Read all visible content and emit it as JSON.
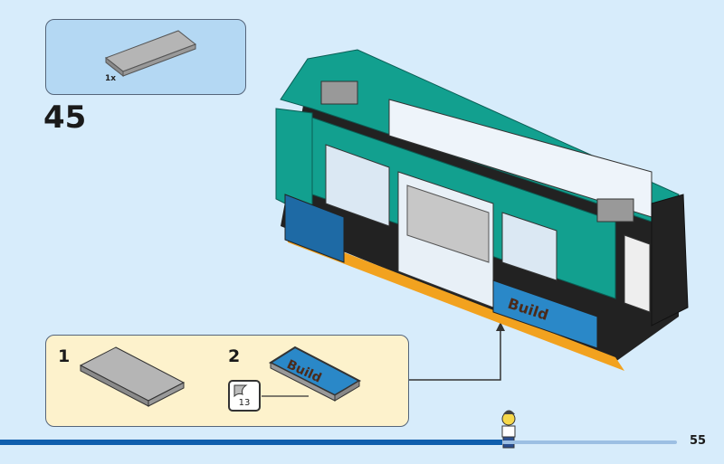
{
  "parts_list": {
    "quantity": "1x",
    "part": "gray-tile-2x6"
  },
  "step": {
    "number": "45"
  },
  "sub_assembly": {
    "steps": [
      {
        "number": "1",
        "part": "gray-tile-2x6"
      },
      {
        "number": "2",
        "part": "printed-tile-build",
        "sticker_number": "13"
      }
    ]
  },
  "page": {
    "number": "55"
  },
  "colors": {
    "background": "#d7ecfb",
    "teal": "#12a08f",
    "bar": "#0f5ead"
  }
}
